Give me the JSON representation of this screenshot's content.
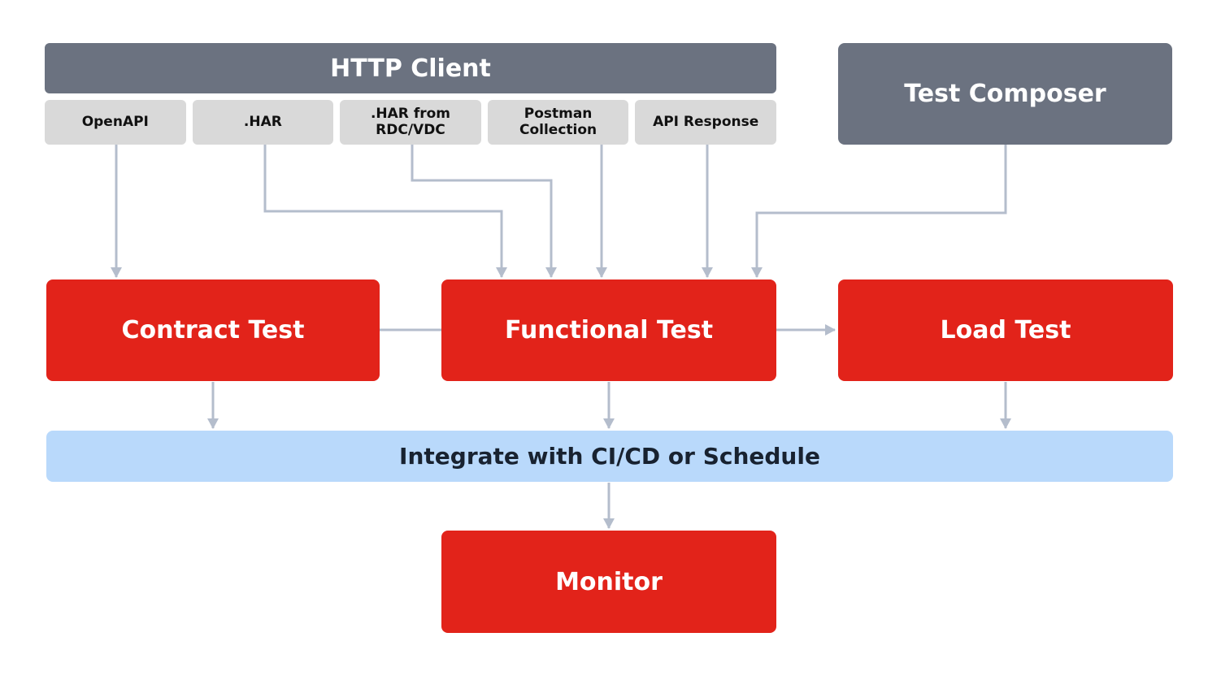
{
  "http_client": {
    "title": "HTTP Client",
    "sources": [
      {
        "label": "OpenAPI"
      },
      {
        "label": ".HAR"
      },
      {
        "label": ".HAR from RDC/VDC"
      },
      {
        "label": "Postman Collection"
      },
      {
        "label": "API Response"
      }
    ]
  },
  "test_composer": {
    "label": "Test Composer"
  },
  "tests": [
    {
      "label": "Contract Test"
    },
    {
      "label": "Functional Test"
    },
    {
      "label": "Load Test"
    }
  ],
  "integration_bar": {
    "label": "Integrate with CI/CD or Schedule"
  },
  "monitor": {
    "label": "Monitor"
  },
  "colors": {
    "node_red": "#e2231a",
    "node_gray": "#6b7280",
    "source_gray": "#d9d9d9",
    "bar_blue": "#b9d9fb",
    "arrow": "#b4bdcc",
    "bar_text": "#182230",
    "source_text": "#111111",
    "node_text": "#ffffff"
  }
}
